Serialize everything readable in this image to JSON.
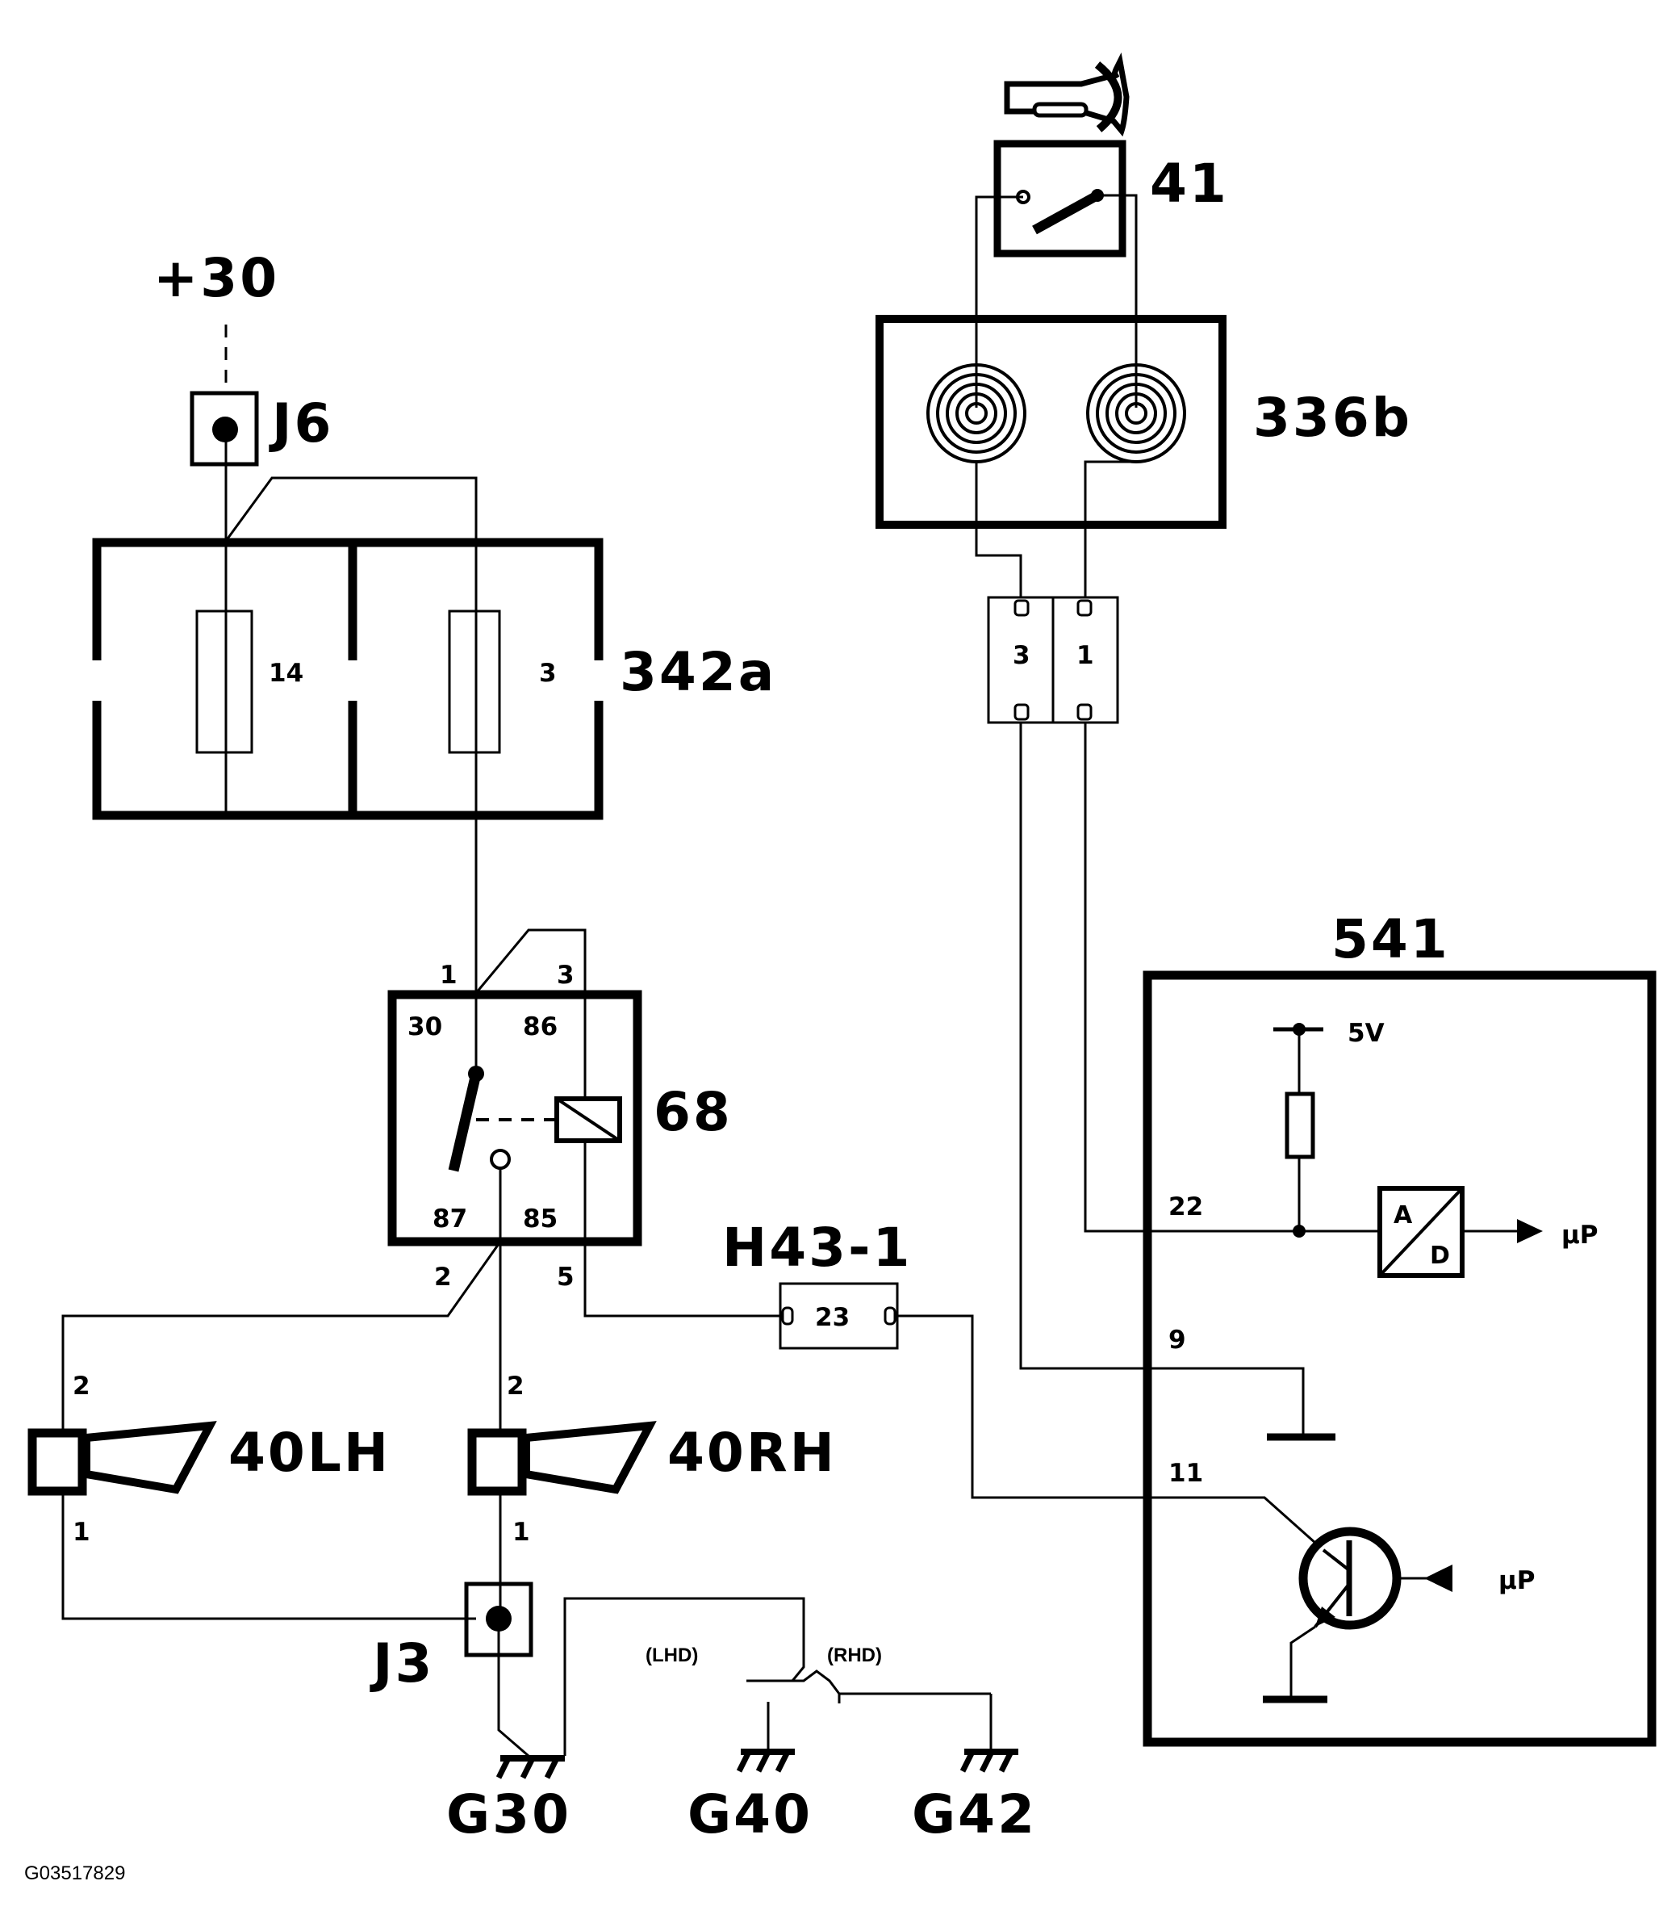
{
  "labels": {
    "supply": "+30",
    "j6": "J6",
    "fusebox": "342a",
    "fuse_left": "14",
    "fuse_right": "3",
    "relay": "68",
    "relay_pin_1": "1",
    "relay_pin_3": "3",
    "relay_30": "30",
    "relay_86": "86",
    "relay_87": "87",
    "relay_85": "85",
    "relay_pin_2": "2",
    "relay_pin_5": "5",
    "horn_switch": "41",
    "clockspring": "336b",
    "cs_pin_3": "3",
    "cs_pin_1": "1",
    "connector": "H43-1",
    "connector_pin": "23",
    "module": "541",
    "module_v": "5V",
    "module_pin_22": "22",
    "module_pin_9": "9",
    "module_pin_11": "11",
    "adc_a": "A",
    "adc_d": "D",
    "up_out": "µP",
    "up_in": "µP",
    "horn_lh": "40LH",
    "horn_rh": "40RH",
    "horn_lh_pin_2": "2",
    "horn_lh_pin_1": "1",
    "horn_rh_pin_2": "2",
    "horn_rh_pin_1": "1",
    "j3": "J3",
    "lhd": "(LHD)",
    "rhd": "(RHD)",
    "g30": "G30",
    "g40": "G40",
    "g42": "G42",
    "figure_id": "G03517829"
  }
}
